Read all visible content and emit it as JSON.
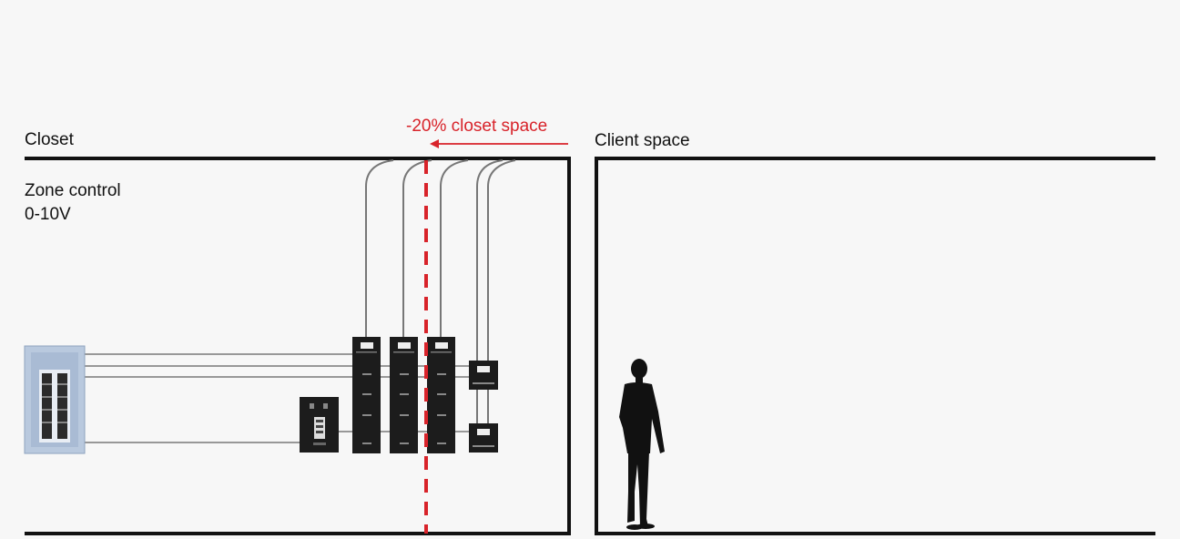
{
  "labels": {
    "closet": "Closet",
    "client_space": "Client space",
    "zone_control_line1": "Zone control",
    "zone_control_line2": "0-10V",
    "closet_reduction": "-20% closet space"
  },
  "colors": {
    "background": "#f7f7f7",
    "wall": "#111111",
    "reduction_accent": "#d8232a",
    "wire": "#8a8a8a",
    "panel_body": "#b9c9de",
    "module_body": "#1c1c1c"
  },
  "icons": {
    "electrical_panel": "breaker-panel-icon",
    "wall_station": "wall-keypad-icon",
    "control_module": "dimming-module-icon",
    "person": "standing-person-silhouette"
  }
}
